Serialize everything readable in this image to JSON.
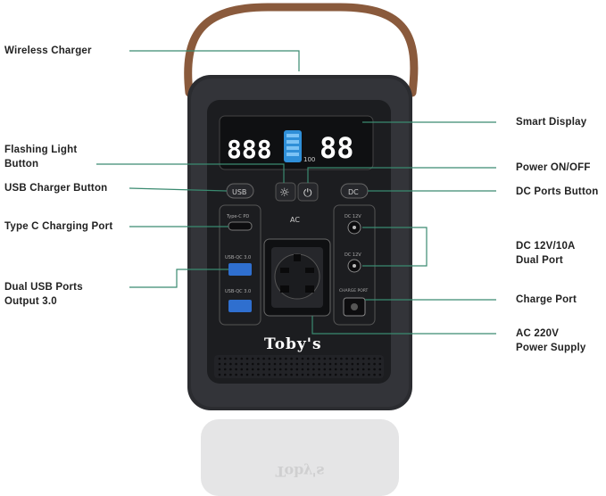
{
  "brand": "Toby's",
  "labels": {
    "wireless_charger": "Wireless Charger",
    "flashing_light_1": "Flashing Light",
    "flashing_light_2": "Button",
    "usb_charger_button": "USB Charger Button",
    "type_c_port": "Type C Charging Port",
    "dual_usb_1": "Dual USB Ports",
    "dual_usb_2": "Output 3.0",
    "smart_display": "Smart Display",
    "power_onoff": "Power ON/OFF",
    "dc_ports_button": "DC Ports Button",
    "dc_dual_1": "DC 12V/10A",
    "dc_dual_2": "Dual Port",
    "charge_port": "Charge Port",
    "ac_supply_1": "AC 220V",
    "ac_supply_2": "Power Supply"
  },
  "device": {
    "display_left_digits": "888",
    "display_right_digits": "88",
    "display_small_number": "100",
    "usb_button_label": "USB",
    "dc_button_label": "DC",
    "ac_label": "AC",
    "type_c_label": "Type-C PD",
    "usb_qc_1": "USB-QC 3.0",
    "usb_qc_2": "USB-QC 3.0",
    "dc_out_1": "DC 12V",
    "dc_out_2": "DC 12V",
    "charge_port_label": "CHARGE PORT",
    "reflection_text": "Toby's"
  },
  "colors": {
    "line": "#3a8a70",
    "body": "#2b2c30",
    "panel": "#1c1d20",
    "display_digits": "#ffffff",
    "battery": "#2f8fd8"
  }
}
